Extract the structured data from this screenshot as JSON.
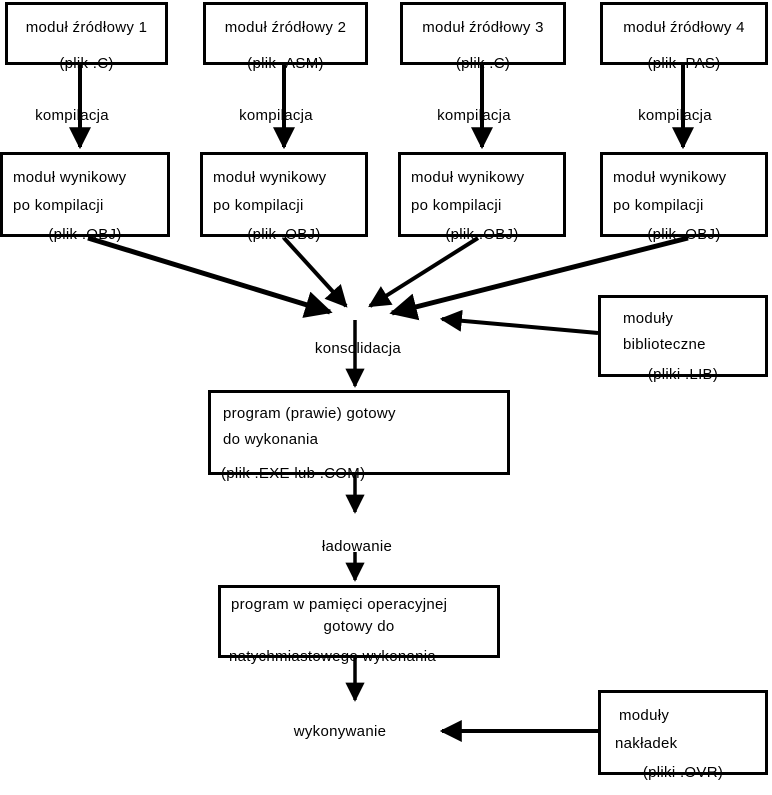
{
  "colors": {
    "ink": "#000000",
    "paper": "#ffffff"
  },
  "source_modules": [
    {
      "name": "moduł źródłowy 1",
      "file": "(plik .C)"
    },
    {
      "name": "moduł źródłowy 2",
      "file": "(plik .ASM)"
    },
    {
      "name": "moduł źródłowy 3",
      "file": "(plik .C)"
    },
    {
      "name": "moduł źródłowy 4",
      "file": "(plik .PAS)"
    }
  ],
  "labels": {
    "compile": "kompilacja",
    "link": "konsolidacja",
    "load": "ładowanie",
    "run": "wykonywanie"
  },
  "object_modules": [
    {
      "line1": "moduł wynikowy",
      "line2": "po kompilacji",
      "line3": "(plik .OBJ)"
    },
    {
      "line1": "moduł wynikowy",
      "line2": "po kompilacji",
      "line3": "(plik .OBJ)"
    },
    {
      "line1": "moduł wynikowy",
      "line2": "po kompilacji",
      "line3": "(plik .OBJ)"
    },
    {
      "line1": "moduł wynikowy",
      "line2": "po kompilacji",
      "line3": "(plik .OBJ)"
    }
  ],
  "library_box": {
    "line1": "moduły",
    "line2": "biblioteczne",
    "line3": "(pliki .LIB)"
  },
  "exe_box": {
    "line1": "program (prawie) gotowy",
    "line2": "do wykonania",
    "line3": "(plik .EXE lub .COM)"
  },
  "memory_box": {
    "line1": "program w pamięci operacyjnej",
    "line2": "gotowy do",
    "line3": "natychmiastowego wykonania"
  },
  "overlay_box": {
    "line1": "moduły",
    "line2": "nakładek",
    "line3": "(pliki .OVR)"
  }
}
